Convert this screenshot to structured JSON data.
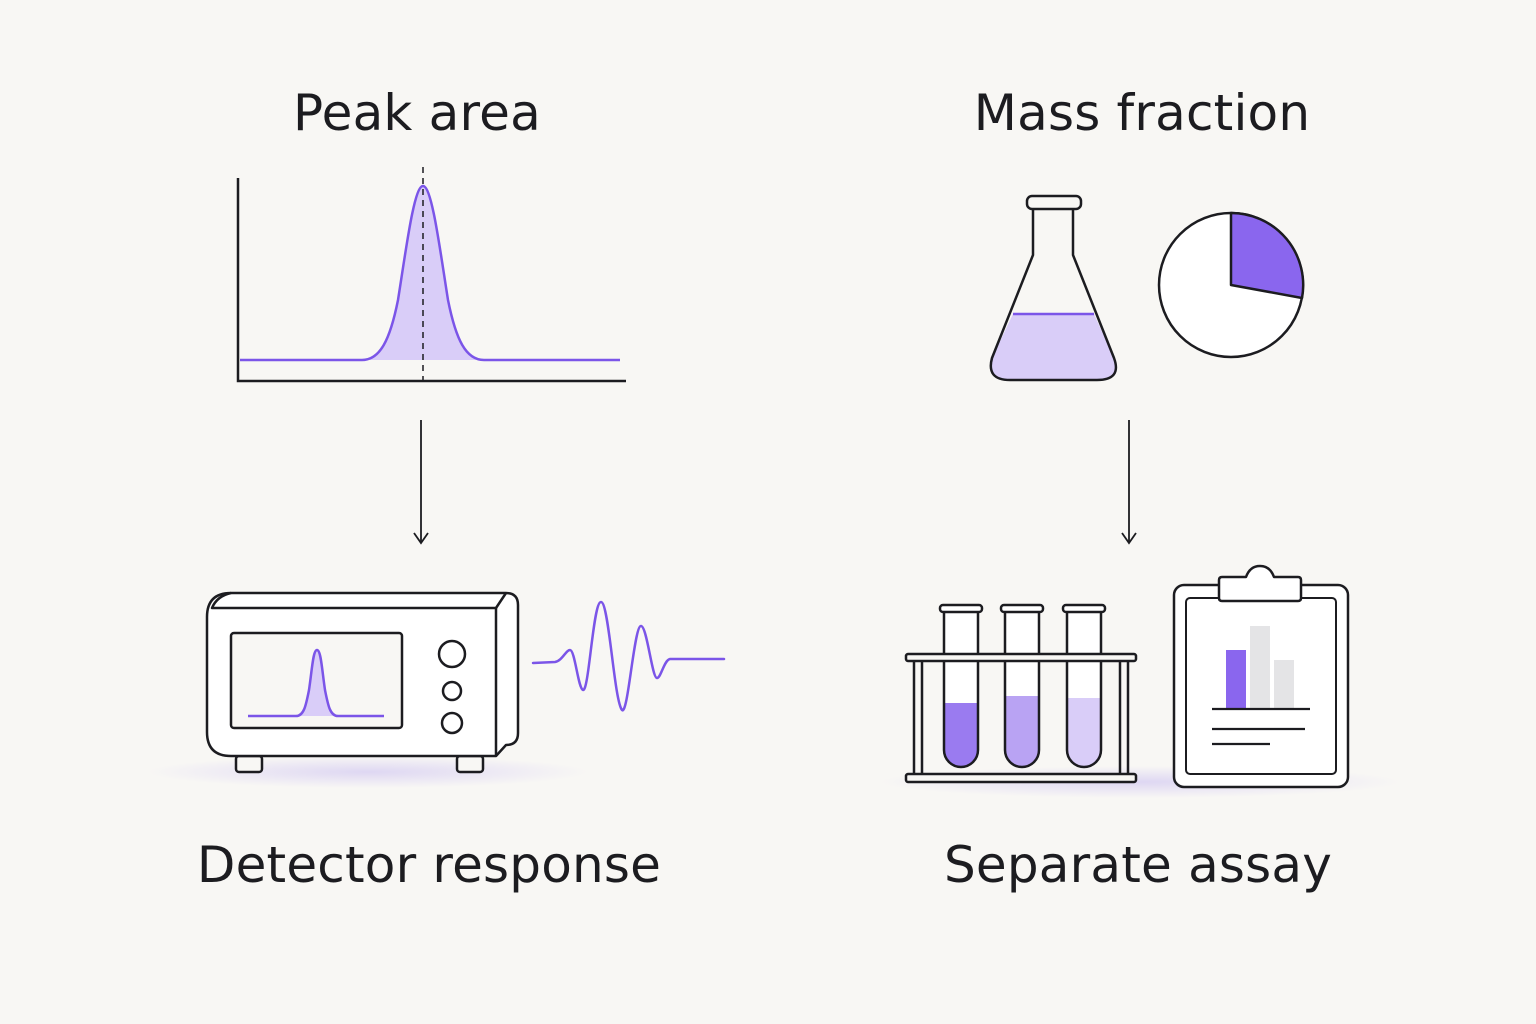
{
  "labels": {
    "top_left": "Peak area",
    "top_right": "Mass fraction",
    "bottom_left": "Detector response",
    "bottom_right": "Separate assay"
  },
  "colors": {
    "background": "#f8f7f4",
    "stroke": "#1c1c20",
    "accent": "#7b55e8",
    "accent_fill": "#d9cdf8",
    "accent_solid": "#9a7bf0",
    "bar_gray": "#e4e4e6"
  },
  "icons": {
    "chromatogram": "chromatogram-peak-icon",
    "flask": "erlenmeyer-flask-icon",
    "pie": "pie-chart-icon",
    "detector": "detector-instrument-icon",
    "signal": "signal-wave-icon",
    "test_tubes": "test-tube-rack-icon",
    "clipboard": "clipboard-report-icon"
  }
}
